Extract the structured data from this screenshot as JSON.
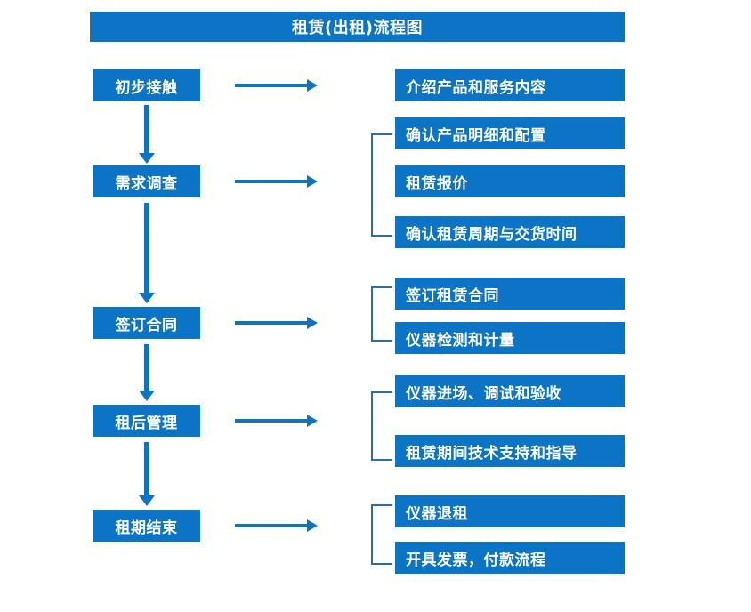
{
  "diagram": {
    "title": "租赁(出租)流程图",
    "accent_color": "#0B74C4",
    "bracket_color": "#2E6CA4",
    "text_color": "#FFFFFF",
    "background_color": "#FFFFFF"
  },
  "stages": [
    {
      "label": "初步接触"
    },
    {
      "label": "需求调查"
    },
    {
      "label": "签订合同"
    },
    {
      "label": "租后管理"
    },
    {
      "label": "租期结束"
    }
  ],
  "details": [
    {
      "label": "介绍产品和服务内容"
    },
    {
      "label": "确认产品明细和配置"
    },
    {
      "label": "租赁报价"
    },
    {
      "label": "确认租赁周期与交货时间"
    },
    {
      "label": "签订租赁合同"
    },
    {
      "label": "仪器检测和计量"
    },
    {
      "label": "仪器进场、调试和验收"
    },
    {
      "label": "租赁期间技术支持和指导"
    },
    {
      "label": "仪器退租"
    },
    {
      "label": "开具发票，付款流程"
    }
  ],
  "groups": [
    {
      "stage": "需求调查",
      "members": [
        "确认产品明细和配置",
        "租赁报价",
        "确认租赁周期与交货时间"
      ]
    },
    {
      "stage": "签订合同",
      "members": [
        "签订租赁合同",
        "仪器检测和计量"
      ]
    },
    {
      "stage": "租后管理",
      "members": [
        "仪器进场、调试和验收",
        "租赁期间技术支持和指导"
      ]
    },
    {
      "stage": "租期结束",
      "members": [
        "仪器退租",
        "开具发票，付款流程"
      ]
    }
  ],
  "connectors": {
    "flow_label": "arrow-down",
    "branch_label": "arrow-right"
  }
}
